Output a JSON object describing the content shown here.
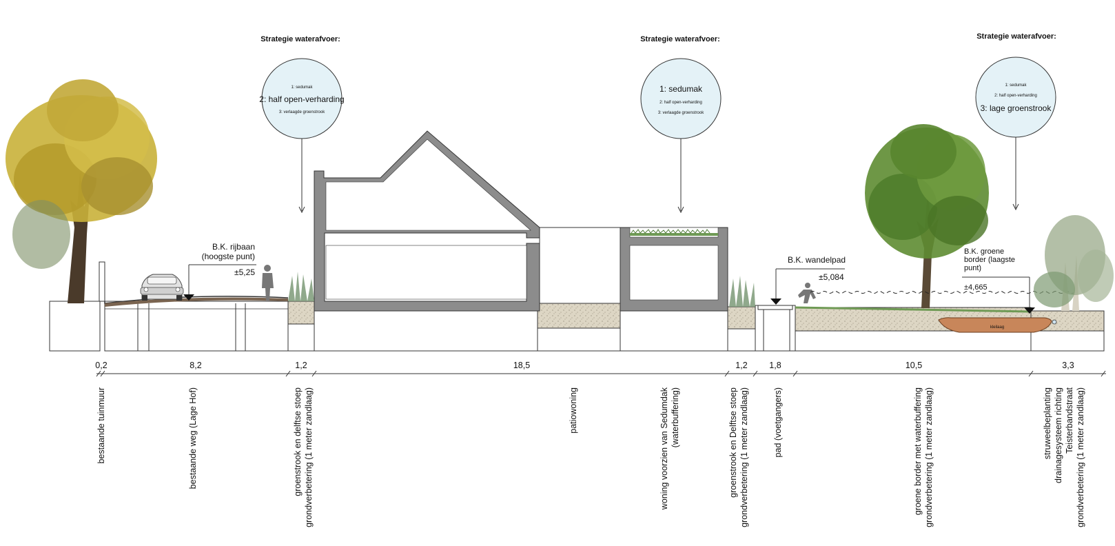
{
  "strategies": [
    {
      "heading": "Strategie waterafvoer:",
      "items": [
        "1: sedumak",
        "2: half open-verharding",
        "3: verlaagde groenstrook"
      ],
      "emphasis_index": 1
    },
    {
      "heading": "Strategie waterafvoer:",
      "items": [
        "1: sedumak",
        "2: half open-verharding",
        "3: verlaagde groenstrook"
      ],
      "emphasis_index": 0
    },
    {
      "heading": "Strategie waterafvoer:",
      "items": [
        "1: sedumak",
        "2: half open-verharding",
        "3: lage groenstrook"
      ],
      "emphasis_index": 2
    }
  ],
  "levels": {
    "rijbaan_title_1": "B.K. rijbaan",
    "rijbaan_title_2": "(hoogste punt)",
    "rijbaan_value": "±5,25",
    "wandelpad_title": "B.K. wandelpad",
    "wandelpad_value": "±5,084",
    "border_title_1": "B.K. groene",
    "border_title_2": "border (laagste",
    "border_title_3": "punt)",
    "border_value": "±4,665"
  },
  "kleilaag": "kleilaag",
  "dimensions": [
    "0,2",
    "8,2",
    "1,2",
    "18,5",
    "1,2",
    "1,8",
    "10,5",
    "3,3"
  ],
  "zone_labels": [
    [
      "bestaande tuinmuur"
    ],
    [
      "bestaande weg (Lage Hof)"
    ],
    [
      "groenstrook en delftse stoep",
      "grondverbetering (1 meter zandlaag)"
    ],
    [
      "patiowoning"
    ],
    [
      "woning voorzien van Sedumdak",
      "(waterbuffering)"
    ],
    [
      "groenstrook en Delftse stoep",
      "grondverbetering (1 meter zandlaag)"
    ],
    [
      "pad (voetgangers)"
    ],
    [
      "groene border met waterbuffering",
      "grondverbetering (1 meter zandlaag)"
    ],
    [
      "struweelbeplanting",
      "drainagesysteem richting",
      "Teisterbandstraat",
      "grondverbetering (1 meter zandlaag)"
    ]
  ],
  "colors": {
    "wall": "#8c8c8c",
    "sand": "#ddd6c4",
    "bubble_fill": "#e4f2f7",
    "clay": "#c8865a",
    "tree_yellow": "#c9b13a",
    "tree_green": "#5e8c32",
    "grass": "#6f9a55"
  }
}
